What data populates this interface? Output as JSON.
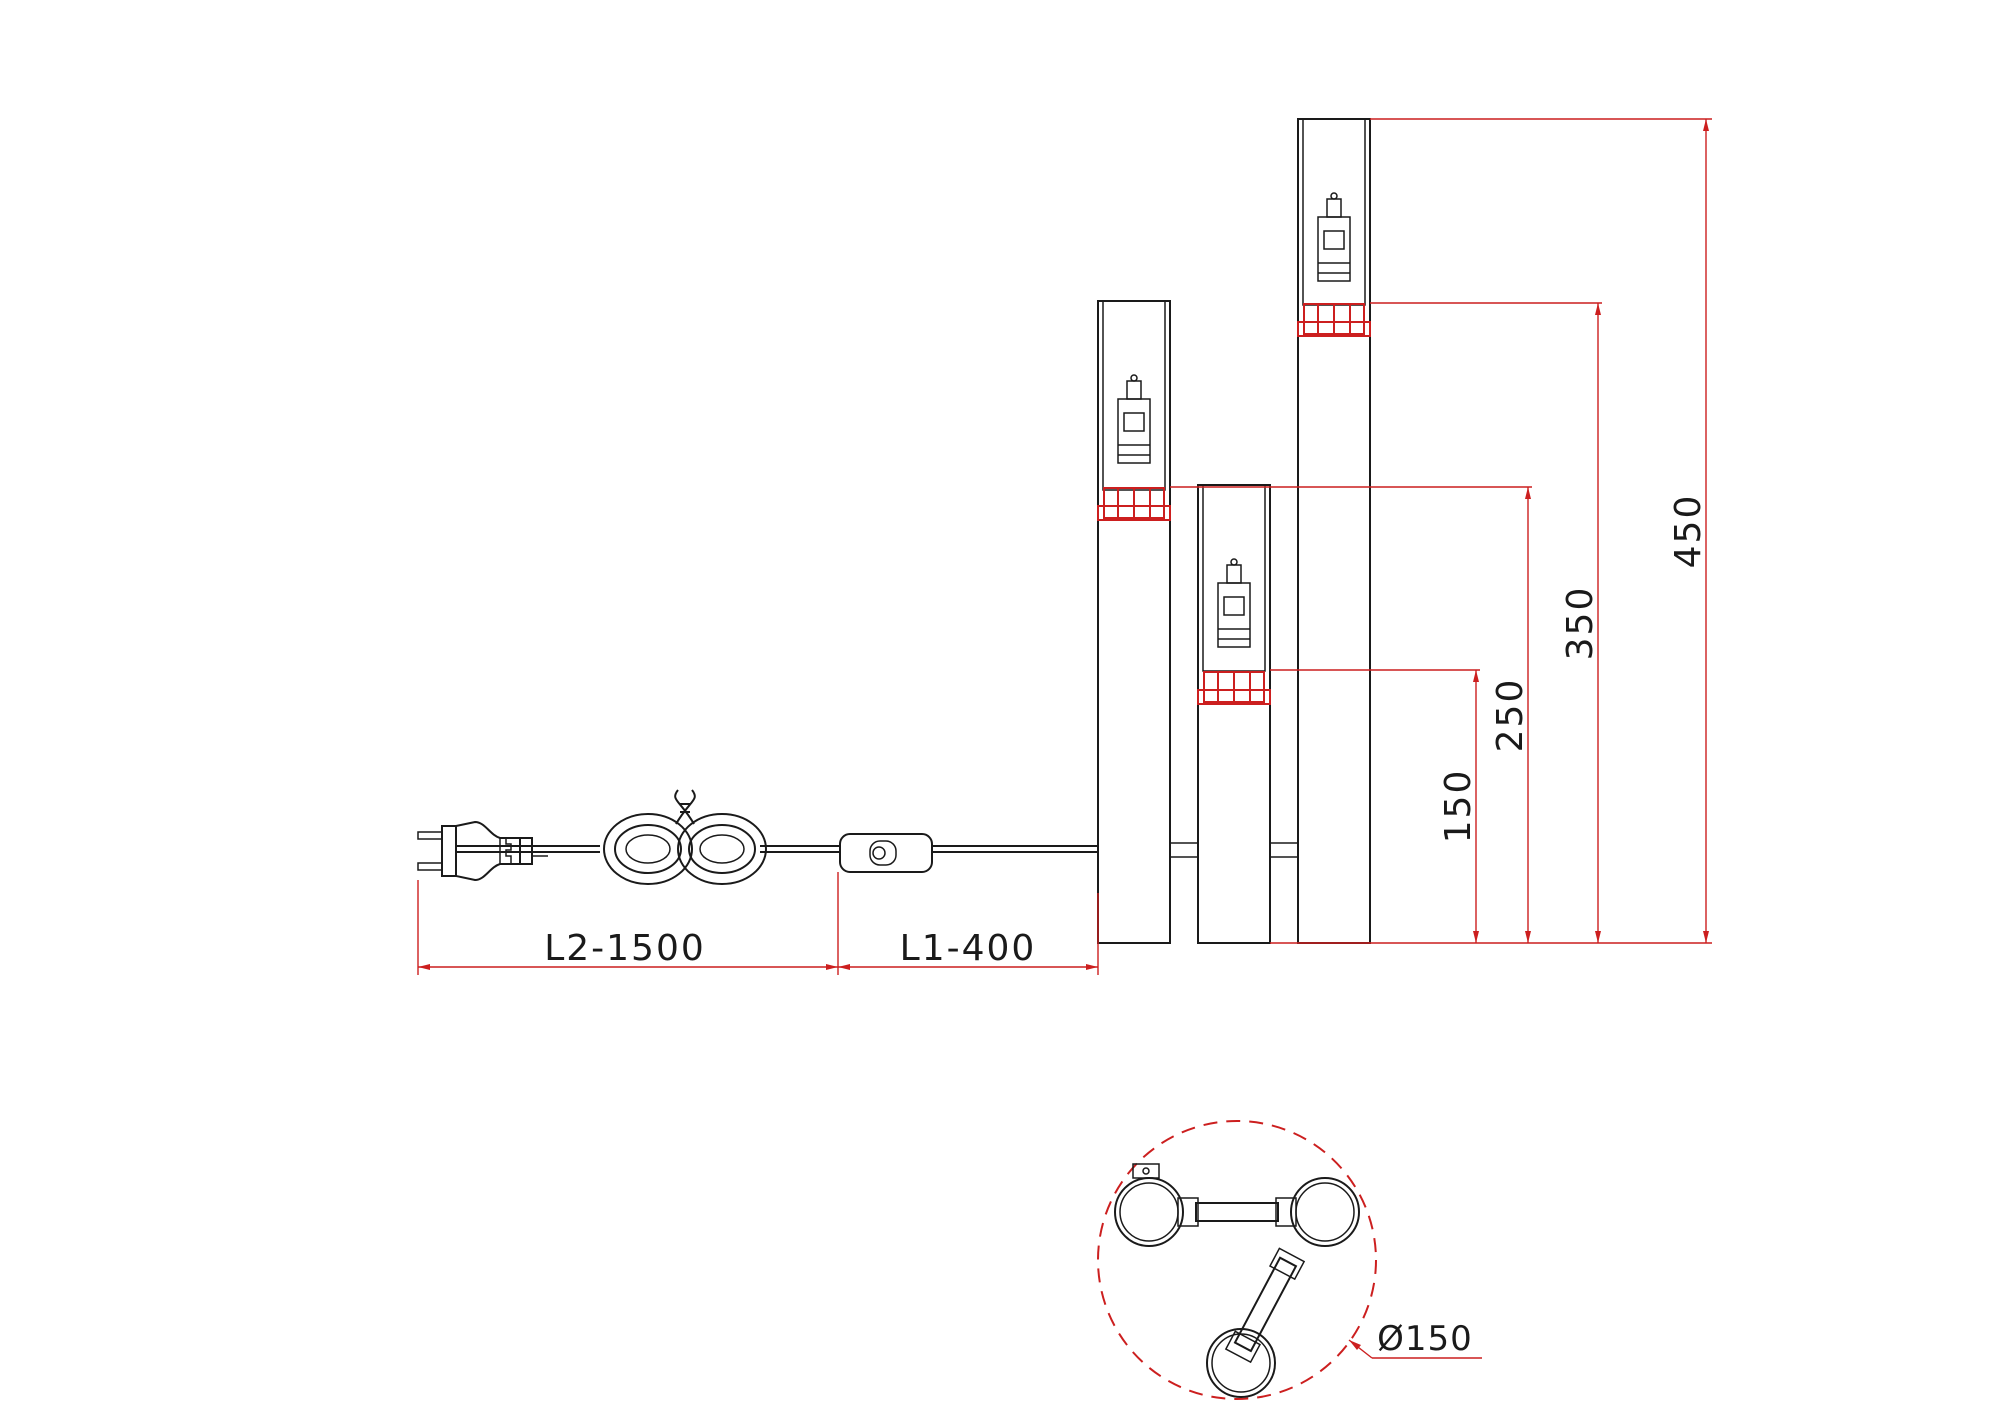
{
  "diagram": {
    "dimensions": {
      "h150": "150",
      "h250": "250",
      "h350": "350",
      "h450": "450",
      "l1": "L1-400",
      "l2": "L2-1500",
      "diameter": "Ø150"
    },
    "colors": {
      "outline": "#1a1a1a",
      "dimension": "#cc1f1f"
    }
  }
}
